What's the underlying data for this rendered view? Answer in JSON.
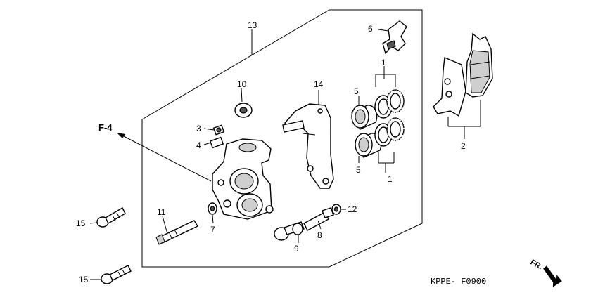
{
  "diagram": {
    "ref_label": "F-4",
    "catalog_code": "KPPE- F0900",
    "direction_label": "FR.",
    "callouts": {
      "c13": "13",
      "c6": "6",
      "c1a": "1",
      "c1b": "1",
      "c10": "10",
      "c14": "14",
      "c5a": "5",
      "c5b": "5",
      "c2": "2",
      "c3": "3",
      "c4": "4",
      "c11": "11",
      "c15a": "15",
      "c15b": "15",
      "c7": "7",
      "c12": "12",
      "c8": "8",
      "c9": "9"
    }
  }
}
